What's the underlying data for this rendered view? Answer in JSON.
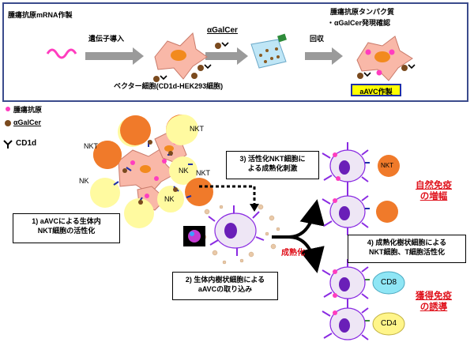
{
  "top": {
    "mrna_label": "腫瘍抗原mRNA作製",
    "transfer_label": "遺伝子導入",
    "galcer_label": "αGalCer",
    "collect_label": "回収",
    "protein_label_line1": "腫瘍抗原タンパク質",
    "protein_label_line2": "・αGalCer発現確認",
    "vector_label": "ベクター細胞(CD1d-HEK293細胞)",
    "aavc_badge": "aAVC作製"
  },
  "legend": {
    "antigen": "腫瘍抗原",
    "galcer": "αGalCer",
    "cd1d": "CD1d"
  },
  "cells": {
    "nkt_top": "NKT",
    "nkt_left": "NKT",
    "nkt_mid": "NKT",
    "nk_left": "NK",
    "nk_mid": "NK",
    "nk_bottom": "NK",
    "nkt_right": "NKT",
    "cd8": "CD8",
    "cd4": "CD4"
  },
  "boxes": {
    "step1_line1": "1) aAVCによる生体内",
    "step1_line2": "NKT細胞の活性化",
    "step2_line1": "2) 生体内樹状細胞による",
    "step2_line2": "aAVCの取り込み",
    "step3_line1": "3) 活性化NKT細胞に",
    "step3_line2": "よる成熟化刺激",
    "step4_line1": "4) 成熟化樹状細胞による",
    "step4_line2": "NKT細胞、T細胞活性化"
  },
  "outcomes": {
    "innate_line1": "自然免疫",
    "innate_line2": "の増幅",
    "maturation": "成熟化",
    "acquired_line1": "獲得免疫",
    "acquired_line2": "の誘導"
  },
  "colors": {
    "frame": "#3b4b8c",
    "nkt_orange": "#f07a2a",
    "nk_yellow": "#fffaa0",
    "cd8_cyan": "#8fe6f5",
    "cd4_yellow": "#fff58a",
    "dc_purple": "#8a2be2",
    "red_text": "#e0141e",
    "badge_yellow": "#ffff00",
    "badge_border": "#1e2fa8"
  }
}
